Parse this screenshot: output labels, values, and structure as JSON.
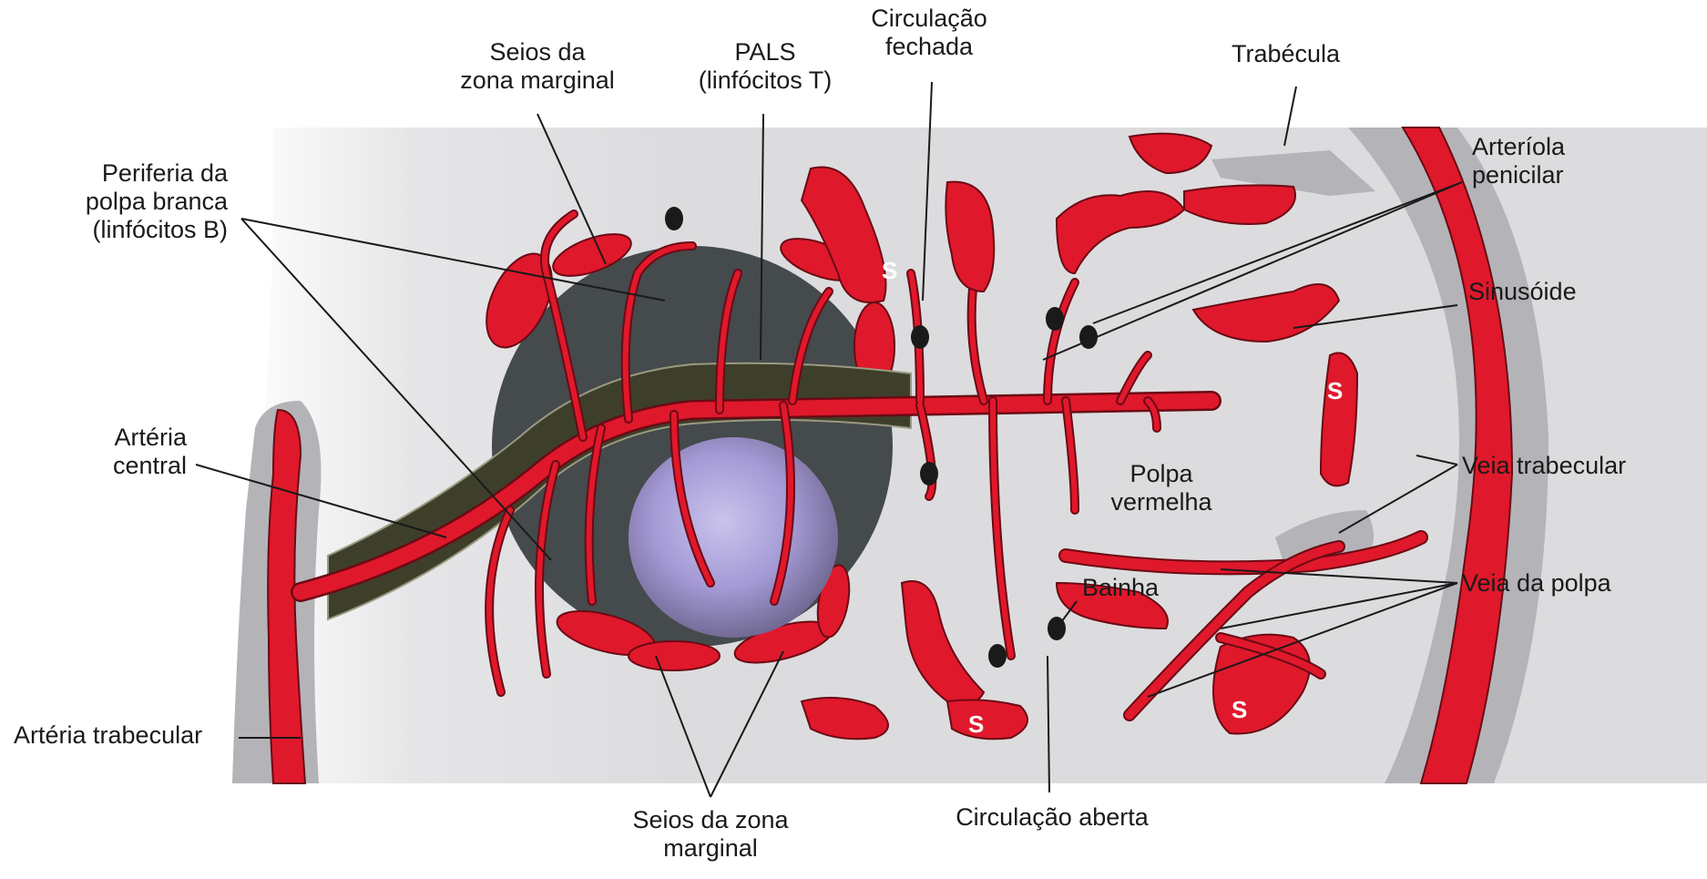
{
  "labels": {
    "seios_zona_marginal_top": [
      "Seios da",
      "zona marginal"
    ],
    "pals": [
      "PALS",
      "(linfócitos T)"
    ],
    "circulacao_fechada": [
      "Circulação",
      "fechada"
    ],
    "trabecula": "Trabécula",
    "arteriola_penicilar": [
      "Arteríola",
      "penicilar"
    ],
    "periferia_polpa_branca": [
      "Periferia da",
      "polpa branca",
      "(linfócitos B)"
    ],
    "sinusoide": "Sinusóide",
    "arteria_central": [
      "Artéria",
      "central"
    ],
    "polpa_vermelha": [
      "Polpa",
      "vermelha"
    ],
    "veia_trabecular": "Veia trabecular",
    "bainha": "Bainha",
    "veia_da_polpa": "Veia da polpa",
    "arteria_trabecular": "Artéria trabecular",
    "seios_zona_marginal_bottom": [
      "Seios da zona",
      "marginal"
    ],
    "circulacao_aberta": "Circulação aberta",
    "sinus_marker": "S"
  },
  "colors": {
    "vessel_red": "#e0182b",
    "vessel_outline": "#6b0a14",
    "background_gray": "#dcdcde",
    "capsule_gray": "#b4b4b8",
    "white_pulp": "#454a4c",
    "pals_sheath": "#3e3f2b",
    "germinal_center": "#a59ad6"
  }
}
